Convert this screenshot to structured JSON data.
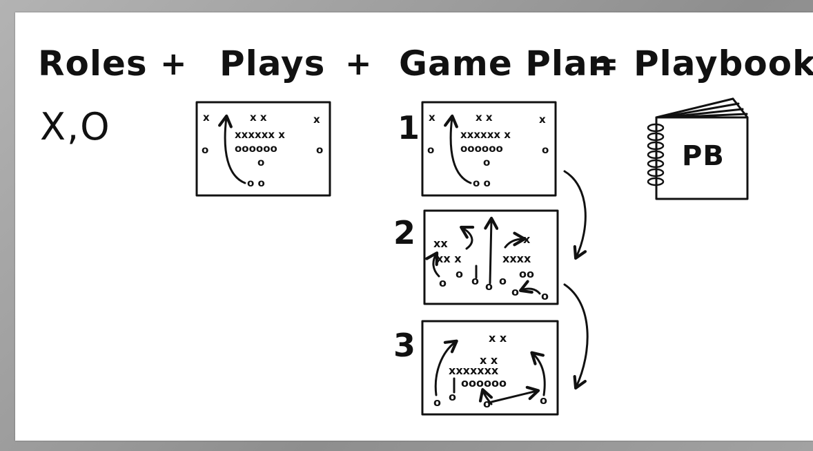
{
  "equation": {
    "roles": "Roles",
    "plus1": "+",
    "plays": "Plays",
    "plus2": "+",
    "game_plan": "Game Plan",
    "equals": "=",
    "playbook": "Playbook"
  },
  "roles_symbols": "X,O",
  "game_plan_steps": [
    "1",
    "2",
    "3"
  ],
  "playbook_cover": "PB",
  "colors": {
    "ink": "#111111",
    "board": "#ffffff",
    "frame": "#9a9a9a"
  }
}
